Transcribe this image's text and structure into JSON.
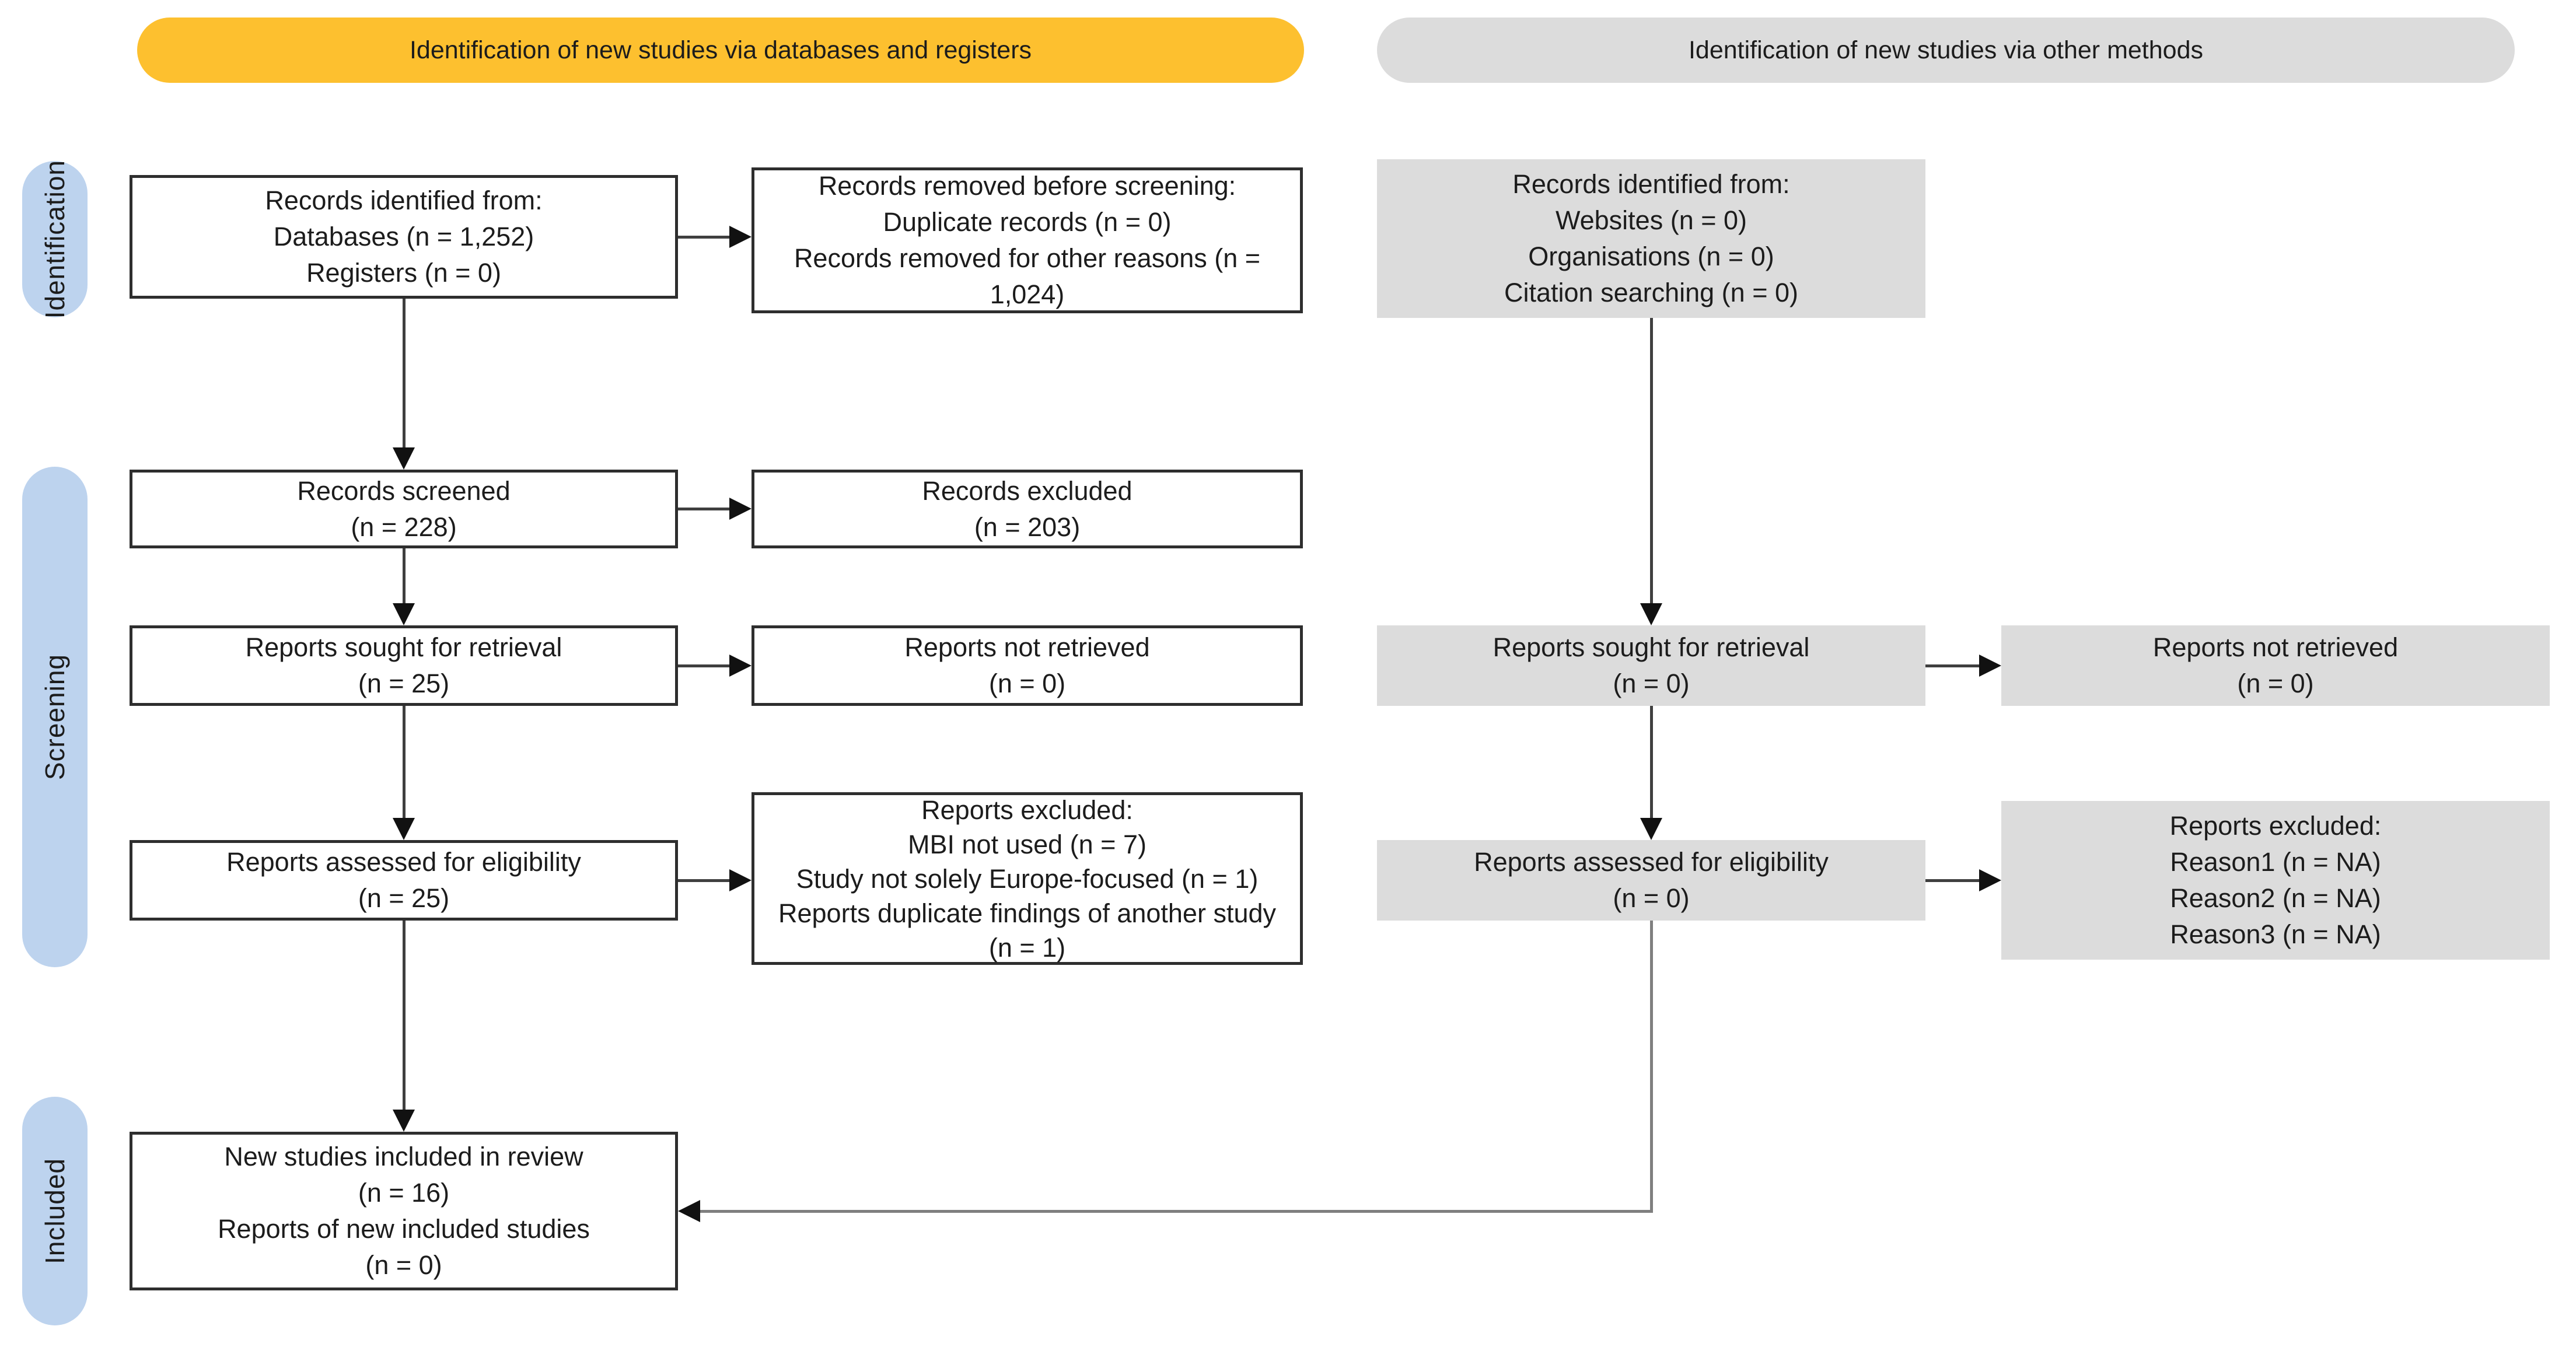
{
  "headers": {
    "databases_registers": "Identification of new studies via databases and registers",
    "other_methods": "Identification of new studies via other methods"
  },
  "stages": {
    "identification": "Identification",
    "screening": "Screening",
    "included": "Included"
  },
  "boxes": {
    "records_identified_databases": {
      "lines": [
        "Records identified from:",
        "Databases (n = 1,252)",
        "Registers (n = 0)"
      ]
    },
    "records_removed_before_screening": {
      "lines": [
        "Records removed before screening:",
        "Duplicate records (n = 0)",
        "Records removed for other reasons (n = 1,024)"
      ]
    },
    "records_identified_other": {
      "lines": [
        "Records identified from:",
        "Websites (n = 0)",
        "Organisations (n = 0)",
        "Citation searching (n = 0)"
      ]
    },
    "records_screened": {
      "lines": [
        "Records screened",
        "(n = 228)"
      ]
    },
    "records_excluded": {
      "lines": [
        "Records excluded",
        "(n = 203)"
      ]
    },
    "reports_sought": {
      "lines": [
        "Reports sought for retrieval",
        "(n = 25)"
      ]
    },
    "reports_not_retrieved": {
      "lines": [
        "Reports not retrieved",
        "(n = 0)"
      ]
    },
    "reports_sought_other": {
      "lines": [
        "Reports sought for retrieval",
        "(n = 0)"
      ]
    },
    "reports_not_retrieved_other": {
      "lines": [
        "Reports not retrieved",
        "(n = 0)"
      ]
    },
    "reports_assessed": {
      "lines": [
        "Reports assessed for eligibility",
        "(n = 25)"
      ]
    },
    "reports_excluded_databases": {
      "lines": [
        "Reports excluded:",
        "MBI not used (n = 7)",
        "Study not solely Europe-focused (n = 1)",
        "Reports duplicate findings of another study (n = 1)"
      ]
    },
    "reports_assessed_other": {
      "lines": [
        "Reports assessed for eligibility",
        "(n = 0)"
      ]
    },
    "reports_excluded_other": {
      "lines": [
        "Reports excluded:",
        "Reason1 (n = NA)",
        "Reason2 (n = NA)",
        "Reason3 (n = NA)"
      ]
    },
    "new_studies_included": {
      "lines": [
        "New studies included in review",
        "(n = 16)",
        "Reports of new included studies",
        "(n = 0)"
      ]
    }
  },
  "colors": {
    "header_db_bg": "#FDC02F",
    "header_other_bg": "#DCDCDC",
    "stage_bg": "#BDD3EE",
    "gray_box_bg": "#DCDCDC",
    "box_border": "#2E2E2E",
    "line_color": "#3F3F3F",
    "elbow_color": "#7F7F7F",
    "arrowhead_color": "#111111",
    "text_color": "#1C1C1C"
  }
}
